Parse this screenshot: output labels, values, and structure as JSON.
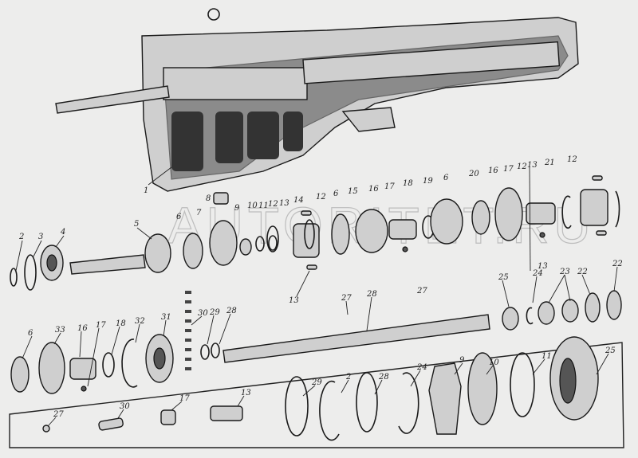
{
  "watermark": "AUTORITET.RU",
  "labels": {
    "housing": [
      "1",
      "8"
    ],
    "main_row": [
      "2",
      "3",
      "4",
      "5",
      "6",
      "7",
      "9",
      "10",
      "11",
      "12",
      "13",
      "14",
      "12",
      "6",
      "15",
      "16",
      "17",
      "18",
      "19",
      "6",
      "20",
      "16",
      "17",
      "12",
      "13",
      "21",
      "12",
      "13",
      "13"
    ],
    "shaft_row": [
      "27",
      "28",
      "27",
      "25",
      "24",
      "23",
      "22",
      "22"
    ],
    "countershaft_row": [
      "6",
      "33",
      "16",
      "17",
      "18",
      "32",
      "31",
      "30",
      "29",
      "28"
    ],
    "detail_panel": [
      "27",
      "30",
      "17",
      "13",
      "29",
      "2",
      "28",
      "24",
      "9",
      "10",
      "11",
      "25"
    ]
  }
}
